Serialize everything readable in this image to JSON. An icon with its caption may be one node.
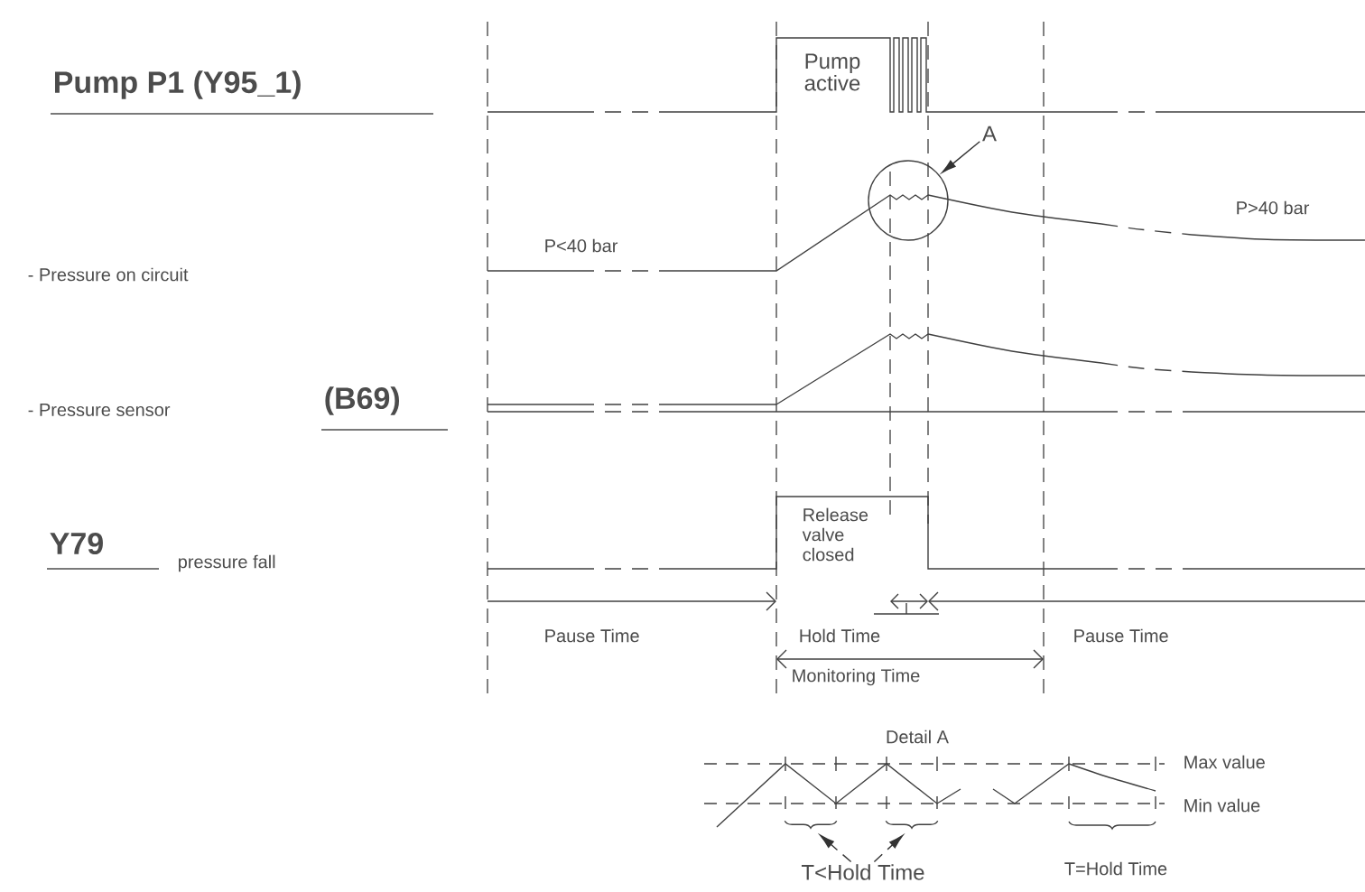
{
  "diagram": {
    "nodes": [
      {
        "text": [
          "A"
        ]
      },
      {
        "text": [],
        "shape": "circle"
      },
      {
        "text": [
          "T<Hold Time"
        ]
      },
      {
        "text": [],
        "shape": "brace"
      },
      {
        "text": [],
        "shape": "brace"
      }
    ],
    "edges": [
      {
        "from": 0,
        "to": 1,
        "arrow": "to"
      },
      {
        "from": 2,
        "to": 3,
        "arrow": "to",
        "style": "dashed"
      },
      {
        "from": 2,
        "to": 4,
        "arrow": "to",
        "style": "dashed"
      }
    ],
    "labels": [
      "Pump P1 (Y95_1)",
      "Pump active",
      "- Pressure on circuit",
      "P<40 bar",
      "P>40 bar",
      "- Pressure sensor",
      "(B69)",
      "Y79",
      "pressure fall",
      "Release valve closed",
      "Pause Time",
      "Hold Time",
      "Pause Time",
      "Monitoring Time",
      "Detail A",
      "Max value",
      "Min value",
      "T=Hold Time"
    ]
  }
}
